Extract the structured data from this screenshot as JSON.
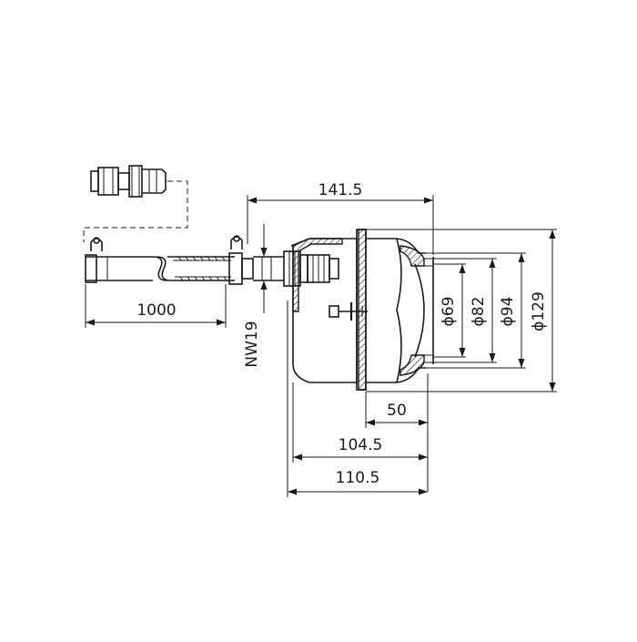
{
  "dimensions": {
    "overall_length": "141.5",
    "hose_length": "1000",
    "nominal_width": "NW19",
    "dia_69": "ϕ69",
    "dia_82": "ϕ82",
    "dia_94": "ϕ94",
    "dia_129": "ϕ129",
    "depth_50": "50",
    "depth_104": "104.5",
    "depth_110": "110.5"
  }
}
